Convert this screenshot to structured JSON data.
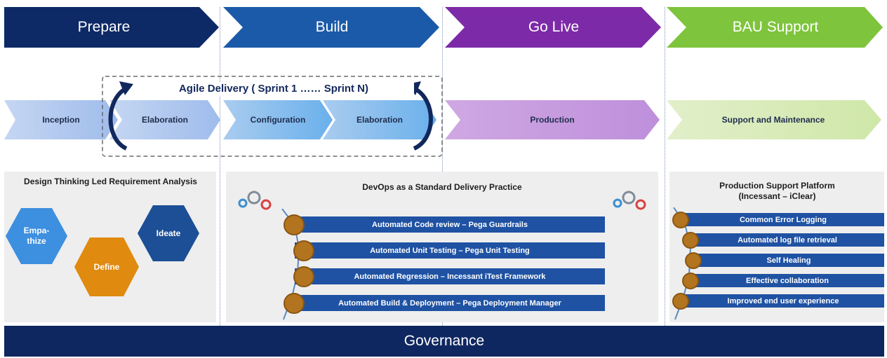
{
  "colors": {
    "prepare": "#0d2a66",
    "build": "#1b5aa8",
    "golive": "#7d2aa8",
    "bau": "#7ec43c",
    "governance": "#0f2760"
  },
  "phases": [
    {
      "label": "Prepare"
    },
    {
      "label": "Build"
    },
    {
      "label": "Go Live"
    },
    {
      "label": "BAU Support"
    }
  ],
  "agile": {
    "title": "Agile Delivery ( Sprint 1 …… Sprint N)"
  },
  "steps": [
    {
      "label": "Inception"
    },
    {
      "label": "Elaboration"
    },
    {
      "label": "Configuration"
    },
    {
      "label": "Elaboration"
    },
    {
      "label": "Production"
    },
    {
      "label": "Support and Maintenance"
    }
  ],
  "design_thinking": {
    "title": "Design Thinking Led Requirement Analysis",
    "hexagons": [
      {
        "label": "Empa-\nthize",
        "icon": "hexagon-empathize"
      },
      {
        "label": "Define",
        "icon": "hexagon-define"
      },
      {
        "label": "Ideate",
        "icon": "hexagon-ideate"
      }
    ]
  },
  "devops": {
    "title": "DevOps as a Standard Delivery Practice",
    "items": [
      "Automated Code review – Pega Guardrails",
      "Automated Unit Testing –  Pega Unit Testing",
      "Automated Regression – Incessant iTest Framework",
      "Automated Build & Deployment – Pega Deployment Manager"
    ],
    "icon": "gears-icon"
  },
  "production_support": {
    "title": "Production Support Platform\n(Incessant – iClear)",
    "items": [
      "Common Error Logging",
      "Automated log file retrieval",
      "Self Healing",
      "Effective collaboration",
      "Improved end user experience"
    ]
  },
  "governance": {
    "label": "Governance"
  }
}
